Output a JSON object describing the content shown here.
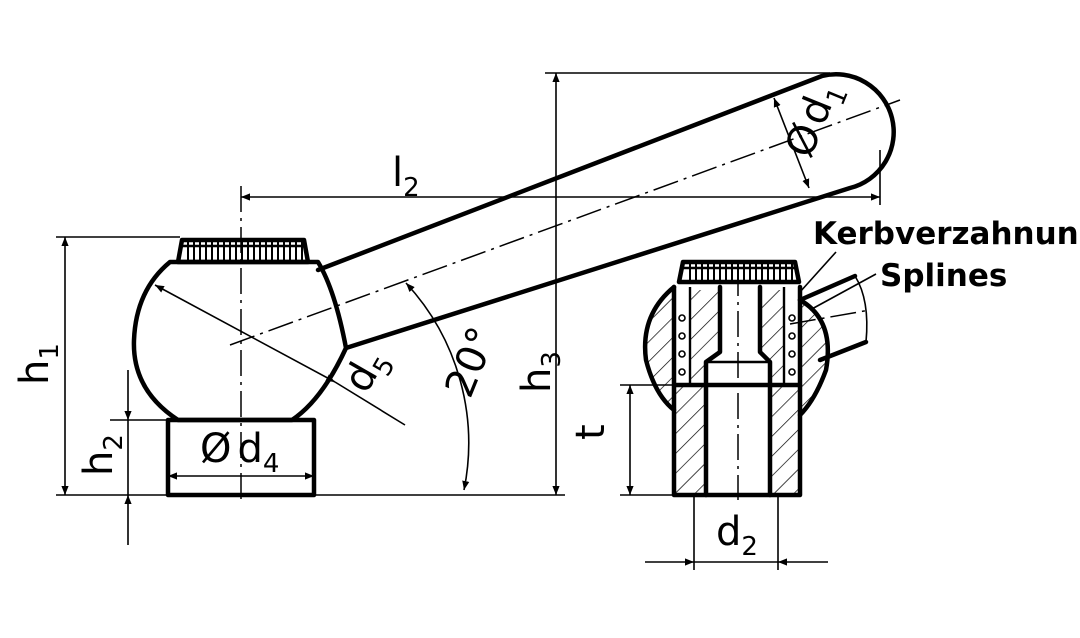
{
  "dimensions": {
    "h1": {
      "base": "h",
      "sub": "1"
    },
    "h2": {
      "base": "h",
      "sub": "2"
    },
    "h3": {
      "base": "h",
      "sub": "3"
    },
    "l2": {
      "base": "l",
      "sub": "2"
    },
    "d1": {
      "prefix": "Ø",
      "base": "d",
      "sub": "1"
    },
    "d2": {
      "base": "d",
      "sub": "2"
    },
    "d4": {
      "prefix": "Ø",
      "base": "d",
      "sub": "4"
    },
    "d5": {
      "base": "d",
      "sub": "5"
    },
    "t": "t",
    "angle": "20°"
  },
  "callouts": {
    "line1": "Kerbverzahnung",
    "line2": "Splines"
  }
}
